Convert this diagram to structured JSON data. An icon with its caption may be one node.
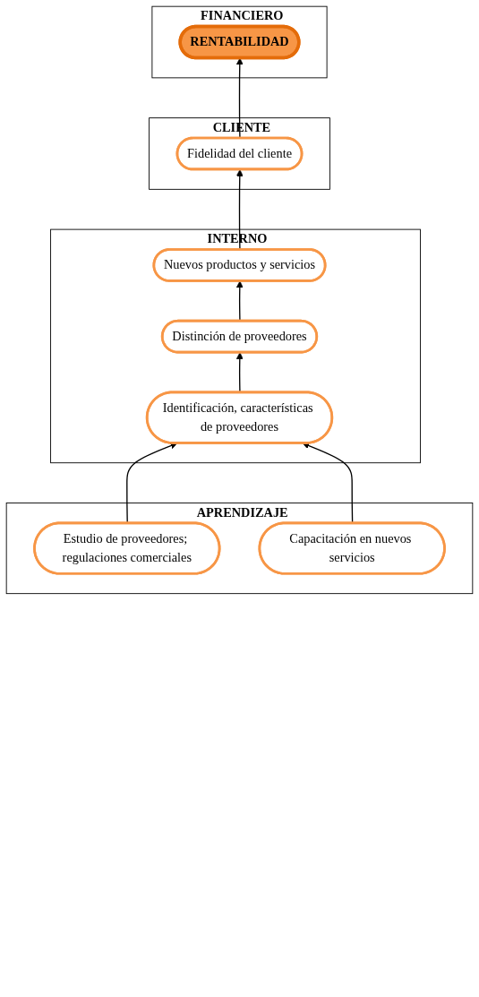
{
  "diagram": {
    "nodes": [
      {
        "text": [
          "FINANCIERO"
        ]
      },
      {
        "text": [
          "RENTABILIDAD"
        ],
        "in": 0
      },
      {
        "text": [
          "CLIENTE"
        ]
      },
      {
        "text": [
          "Fidelidad del cliente"
        ],
        "in": 2
      },
      {
        "text": [
          "INTERNO"
        ]
      },
      {
        "text": [
          "Nuevos productos y servicios"
        ],
        "in": 4
      },
      {
        "text": [
          "Distinción de proveedores"
        ],
        "in": 4
      },
      {
        "text": [
          "Identificación, características de proveedores"
        ],
        "in": 4
      },
      {
        "text": [
          "APRENDIZAJE"
        ]
      },
      {
        "text": [
          "Estudio de proveedores; regulaciones comerciales"
        ],
        "in": 8
      },
      {
        "text": [
          "Capacitación en nuevos servicios"
        ],
        "in": 8
      }
    ],
    "edges": [
      {
        "from": 3,
        "to": 1,
        "arrow": "to"
      },
      {
        "from": 5,
        "to": 3,
        "arrow": "to"
      },
      {
        "from": 6,
        "to": 5,
        "arrow": "to"
      },
      {
        "from": 7,
        "to": 6,
        "arrow": "to"
      },
      {
        "from": 9,
        "to": 7,
        "arrow": "to"
      },
      {
        "from": 10,
        "to": 7,
        "arrow": "to"
      }
    ]
  }
}
